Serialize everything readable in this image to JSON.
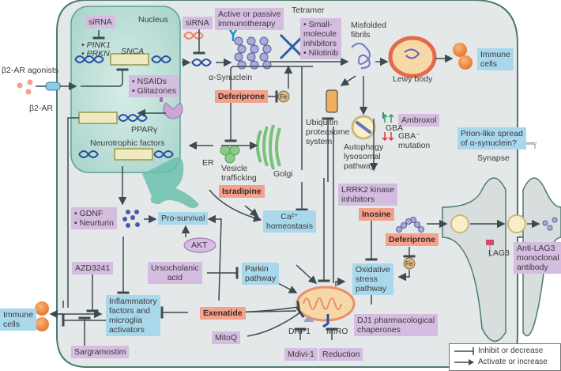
{
  "nucleus": {
    "label": "Nucleus",
    "sirna_label": "siRNA",
    "genes": [
      "• PINK1",
      "• PRKN"
    ],
    "snca_label": "SNCA",
    "nsaids_box": [
      "• NSAIDs",
      "• Glitazones"
    ],
    "ppar_label": "PPARγ",
    "neurotrophic_label": "Neurotrophic factors"
  },
  "receptor": {
    "agonists_label": "β2-AR agonists",
    "receptor_label": "β2-AR"
  },
  "cytoplasm": {
    "sirna2_label": "siRNA",
    "immunotherapy_box": [
      "Active or passive",
      "immunotherapy"
    ],
    "tetramer_label": "Tetramer",
    "small_molecule_box": [
      "• Small-",
      "  molecule",
      "  inhibitors",
      "• Nilotinib"
    ],
    "misfolded_label": [
      "Misfolded",
      "fibrils"
    ],
    "synuclein_label": "α-Synuclein",
    "deferiprone1": "Deferiprone",
    "fe_label": "Fe",
    "lewy_label": "Lewy body",
    "ups_label": [
      "Ubiquitin",
      "proteasome",
      "system"
    ],
    "autophagy_label": [
      "Autophagy",
      "lysosomal",
      "pathway"
    ],
    "ambroxol_box": "Ambroxol",
    "gba_label": "GBA",
    "gba_mut_label": [
      "GBA⁻",
      "mutation"
    ],
    "er_label": "ER",
    "vesicle_label": [
      "Vesicle",
      "trafficking"
    ],
    "golgi_label": "Golgi",
    "isradipine_box": "Isradipine",
    "lrrk2_box": [
      "LRRK2 kinase",
      "inhibitors"
    ],
    "inosine_box": "Inosine",
    "deferiprone2": "Deferiprone",
    "fe2_label": "Fe",
    "gdnf_box": [
      "• GDNF",
      "• Neurturin"
    ],
    "prosurvival_box": "Pro-survival",
    "calcium_box": [
      "Ca²⁺",
      "homeostasis"
    ],
    "akt_label": "AKT",
    "azd_box": "AZD3241",
    "urso_box": [
      "Ursocholanic",
      "acid"
    ],
    "parkin_box": [
      "Parkin",
      "pathway"
    ],
    "oxidative_box": [
      "Oxidative",
      "stress",
      "pathway"
    ],
    "inflammatory_box": [
      "Inflammatory",
      "factors and",
      "microglia",
      "activators"
    ],
    "exenatide_box": "Exenatide",
    "dj1_box": [
      "DJ1 pharmacological",
      "chaperones"
    ],
    "mitoq_box": "MitoQ",
    "drp1_label": "DRP1",
    "miro_label": "MIRO",
    "mdivi_box": "Mdivi-1",
    "reduction_box": "Reduction",
    "sargramostim_box": "Sargramostim"
  },
  "outside": {
    "immune_top": [
      "Immune",
      "cells"
    ],
    "immune_left": [
      "Immune",
      "cells"
    ],
    "prion_box": [
      "Prion-like spread",
      "of α-synuclein?"
    ],
    "synapse_label": "Synapse",
    "lag3_label": "LAG3",
    "anti_lag3_box": [
      "Anti-LAG3",
      "monoclonal",
      "antibody"
    ]
  },
  "legend": {
    "inhibit": "Inhibit or decrease",
    "activate": "Activate or increase"
  },
  "colors": {
    "cell_fill": "#e4e8e8",
    "cell_stroke": "#4d7a70",
    "nucleus_fill": "#bfe0d8",
    "purple": "#d4bde0",
    "blue": "#a9d8ec",
    "salmon": "#f4a18c",
    "arrow": "#3c4a52"
  }
}
